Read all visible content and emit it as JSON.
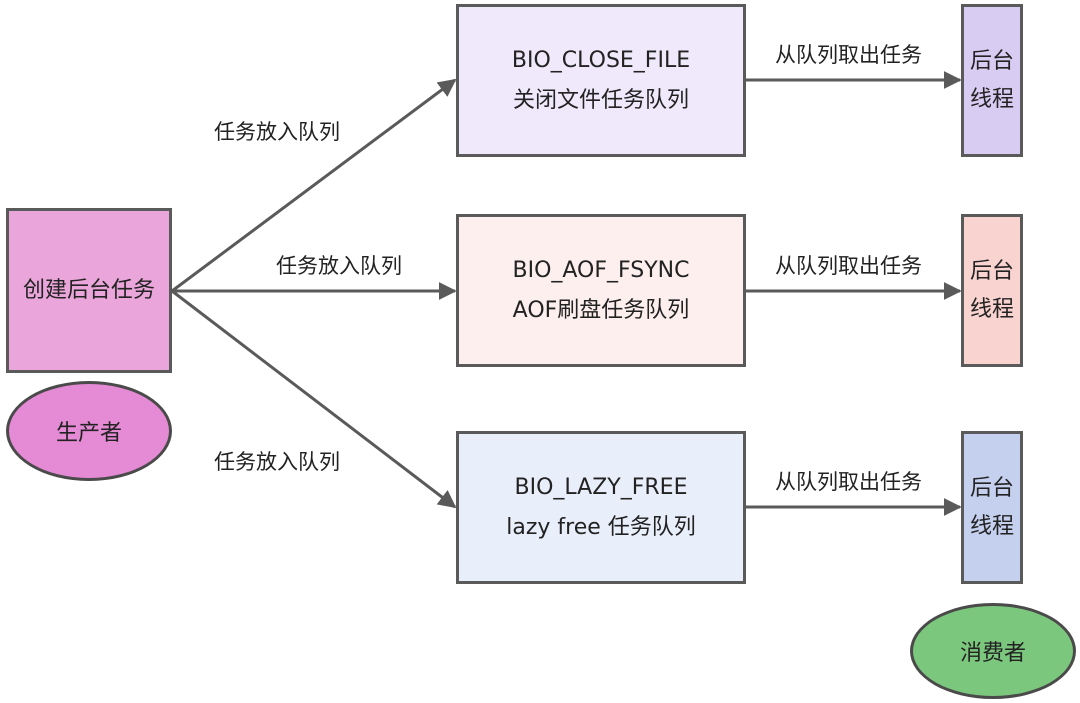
{
  "producer": {
    "box_label": "创建后台任务",
    "role_label": "生产者"
  },
  "consumer": {
    "role_label": "消费者"
  },
  "enqueue_label": "任务放入队列",
  "dequeue_label": "从队列取出任务",
  "thread_line1": "后台",
  "thread_line2": "线程",
  "queues": [
    {
      "name": "BIO_CLOSE_FILE",
      "desc": "关闭文件任务队列"
    },
    {
      "name": "BIO_AOF_FSYNC",
      "desc": "AOF刷盘任务队列"
    },
    {
      "name": "BIO_LAZY_FREE",
      "desc": "lazy free 任务队列"
    }
  ],
  "colors": {
    "producer_fill": "#eaa6da",
    "producer_ellipse": "#e58ad4",
    "consumer_ellipse": "#7cc77e",
    "queue_fills": [
      "#efe9fb",
      "#fcefee",
      "#e9eefb"
    ],
    "thread_fills": [
      "#d9ccf3",
      "#f8d3d0",
      "#c5d0ef"
    ],
    "border": "#5a5a5a"
  }
}
